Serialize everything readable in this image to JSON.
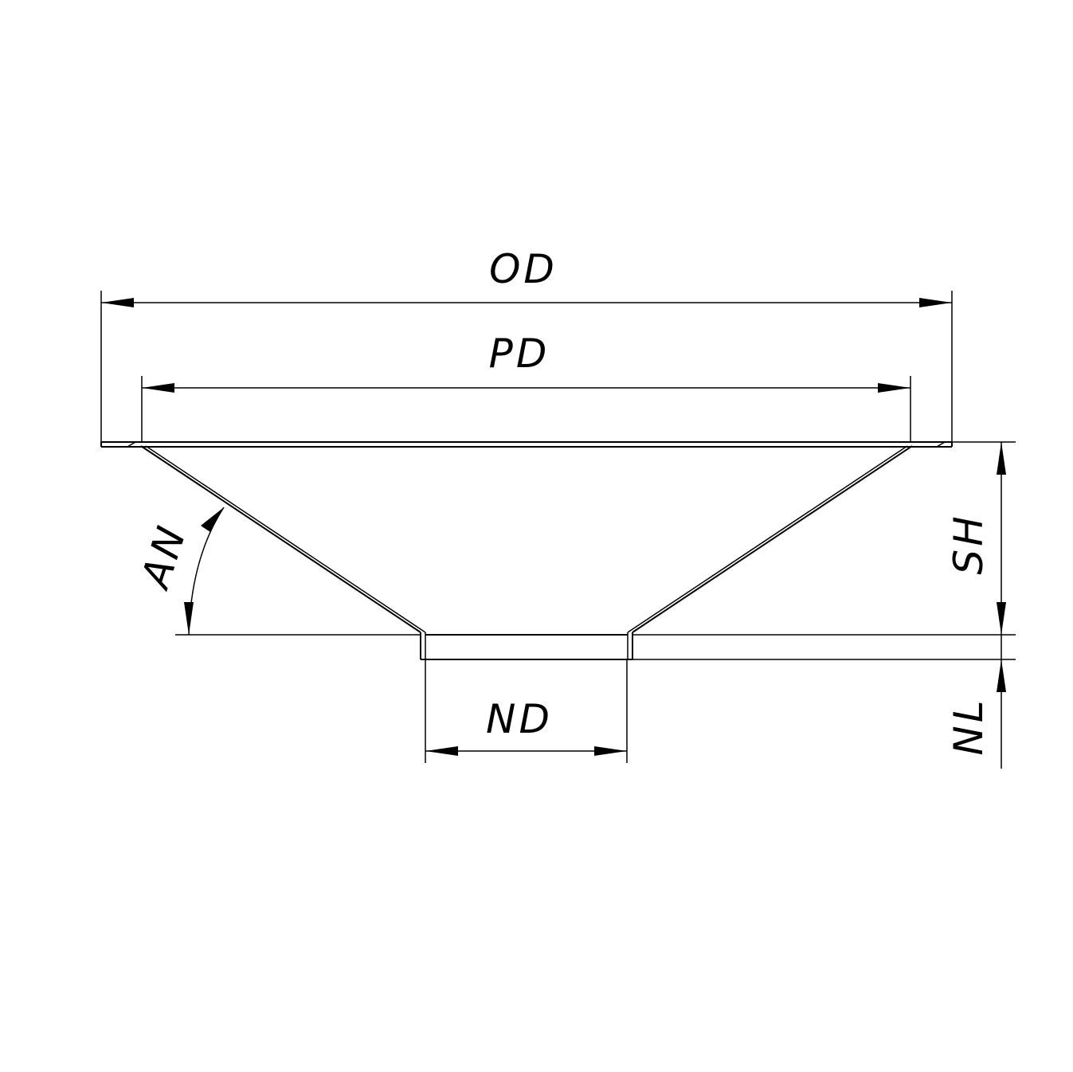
{
  "labels": {
    "od": "OD",
    "pd": "PD",
    "sh": "SH",
    "an": "AN",
    "nd": "ND",
    "nl": "NL"
  }
}
